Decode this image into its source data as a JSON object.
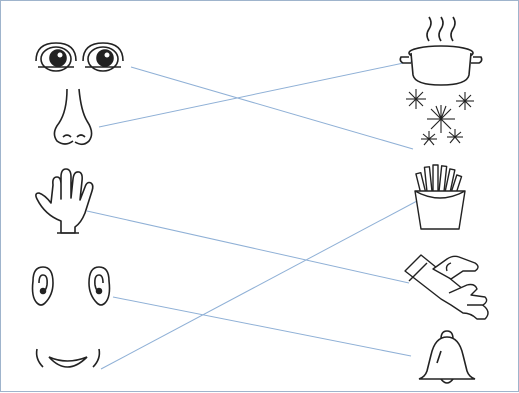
{
  "worksheet": {
    "left_column": [
      {
        "icon": "eyes-icon"
      },
      {
        "icon": "nose-icon"
      },
      {
        "icon": "hand-icon"
      },
      {
        "icon": "ears-icon"
      },
      {
        "icon": "mouth-icon"
      }
    ],
    "right_column": [
      {
        "icon": "steaming-pot-icon"
      },
      {
        "icon": "fireworks-icon"
      },
      {
        "icon": "french-fries-icon"
      },
      {
        "icon": "touching-arm-icon"
      },
      {
        "icon": "bell-icon"
      }
    ],
    "connections": [
      {
        "from": "eyes",
        "to": "fireworks"
      },
      {
        "from": "nose",
        "to": "steaming-pot"
      },
      {
        "from": "hand",
        "to": "touching-arm"
      },
      {
        "from": "ears",
        "to": "bell"
      },
      {
        "from": "mouth",
        "to": "french-fries"
      }
    ],
    "colors": {
      "line": "#8fb0d6",
      "ink": "#222222",
      "border": "#9fb4cc"
    }
  }
}
